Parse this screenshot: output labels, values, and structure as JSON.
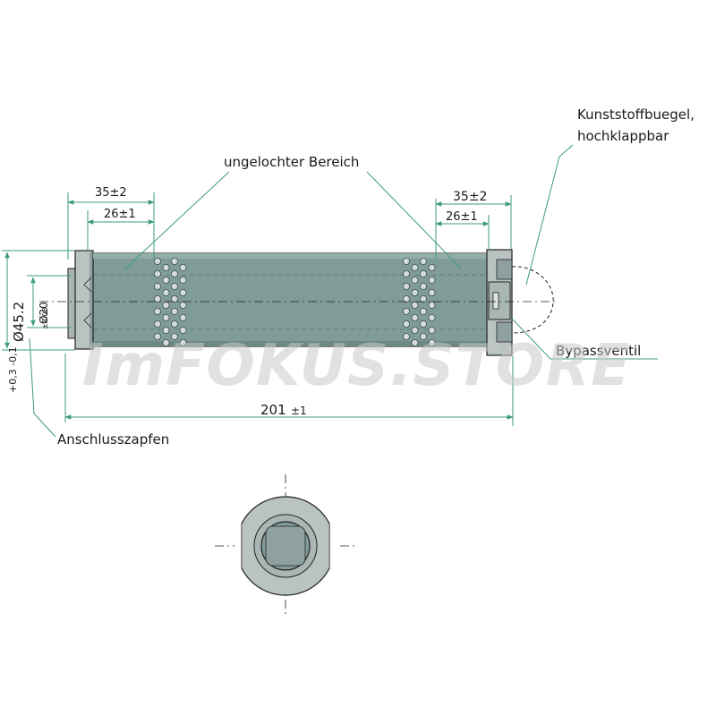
{
  "labels": {
    "unperforated_area": "ungelochter Bereich",
    "plastic_handle_line1": "Kunststoffbuegel,",
    "plastic_handle_line2": "hochklappbar",
    "bypass_valve": "Bypassventil",
    "connection_spigot": "Anschlusszapfen"
  },
  "dimensions": {
    "left_outer": "35±2",
    "left_inner": "26±1",
    "right_outer": "35±2",
    "right_inner": "26±1",
    "overall_value": "201",
    "overall_tol": "±1",
    "dia_outer_value": "Ø45.2",
    "dia_outer_tol": "+0,3 -0,1",
    "dia_inner_value": "Ø20",
    "dia_inner_tol": "±0.08"
  },
  "watermark": "ImFOKUS.STORE",
  "colors": {
    "body": "#7f9c98",
    "body_dark": "#6d8985",
    "endcap": "#b9c4c2",
    "dimension_line": "#3f9a80",
    "hole": "#d4dcdb"
  },
  "icons": {
    "perforation": "hole-icon"
  }
}
